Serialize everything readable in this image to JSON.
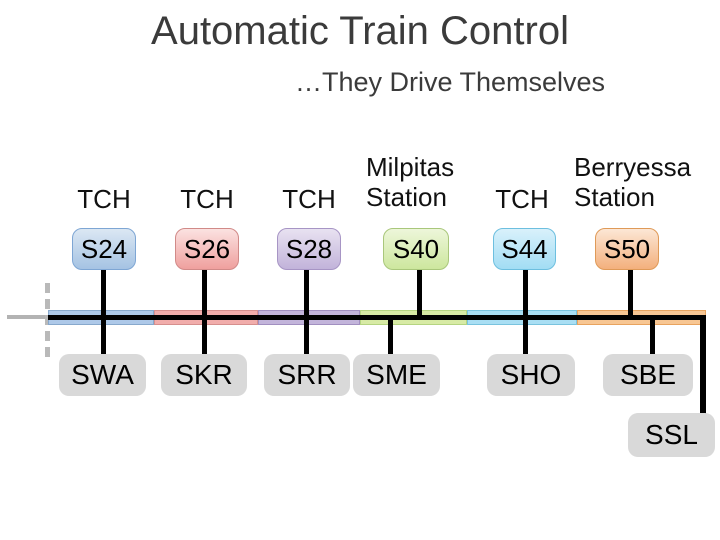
{
  "title": "Automatic Train Control",
  "subtitle": "…They Drive Themselves",
  "palette": {
    "heading_text": "#3b3b3b",
    "label_text": "#111111",
    "track_blue": "#adc8e8",
    "track_pink": "#f1adab",
    "track_purple": "#c2b4da",
    "track_green": "#d7eaa5",
    "track_cyan": "#a9def3",
    "track_orange": "#f7c693",
    "station_blue": "#a5c3e3",
    "station_pink": "#efa09e",
    "station_purple": "#c2b3da",
    "station_green": "#cde79e",
    "station_cyan": "#a2ddf4",
    "station_orange": "#f3b07d",
    "wayside_gray": "#d9d9d9",
    "guide_gray": "#b3b3b3",
    "line_black": "#000000"
  },
  "stations": [
    {
      "label": "TCH",
      "code": "S24"
    },
    {
      "label": "TCH",
      "code": "S26"
    },
    {
      "label": "TCH",
      "code": "S28"
    },
    {
      "label": "Milpitas Station",
      "code": "S40"
    },
    {
      "label": "TCH",
      "code": "S44"
    },
    {
      "label": "Berryessa Station",
      "code": "S50"
    }
  ],
  "wayside_units": [
    {
      "code": "SWA"
    },
    {
      "code": "SKR"
    },
    {
      "code": "SRR"
    },
    {
      "code": "SME"
    },
    {
      "code": "SHO"
    },
    {
      "code": "SBE"
    },
    {
      "code": "SSL"
    }
  ]
}
